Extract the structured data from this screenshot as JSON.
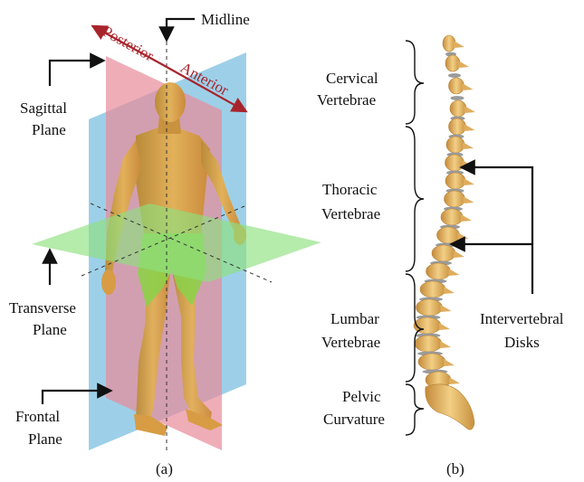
{
  "panel_a": {
    "caption": "(a)",
    "midline": "Midline",
    "posterior": "Posterior",
    "anterior": "Anterior",
    "sagittal": [
      "Sagittal",
      "Plane"
    ],
    "transverse": [
      "Transverse",
      "Plane"
    ],
    "frontal": [
      "Frontal",
      "Plane"
    ]
  },
  "panel_b": {
    "caption": "(b)",
    "cervical": [
      "Cervical",
      "Vertebrae"
    ],
    "thoracic": [
      "Thoracic",
      "Vertebrae"
    ],
    "lumbar": [
      "Lumbar",
      "Vertebrae"
    ],
    "pelvic": [
      "Pelvic",
      "Curvature"
    ],
    "disks": [
      "Intervertebral",
      "Disks"
    ]
  },
  "colors": {
    "sagittal_plane": "#e88a9a",
    "frontal_plane": "#7cc0e0",
    "transverse_plane": "#8ee07e",
    "figure_skin": "#d9a446",
    "arrow_red": "#a8242c",
    "bone": "#e8b966",
    "disk": "#9a9a9a"
  }
}
